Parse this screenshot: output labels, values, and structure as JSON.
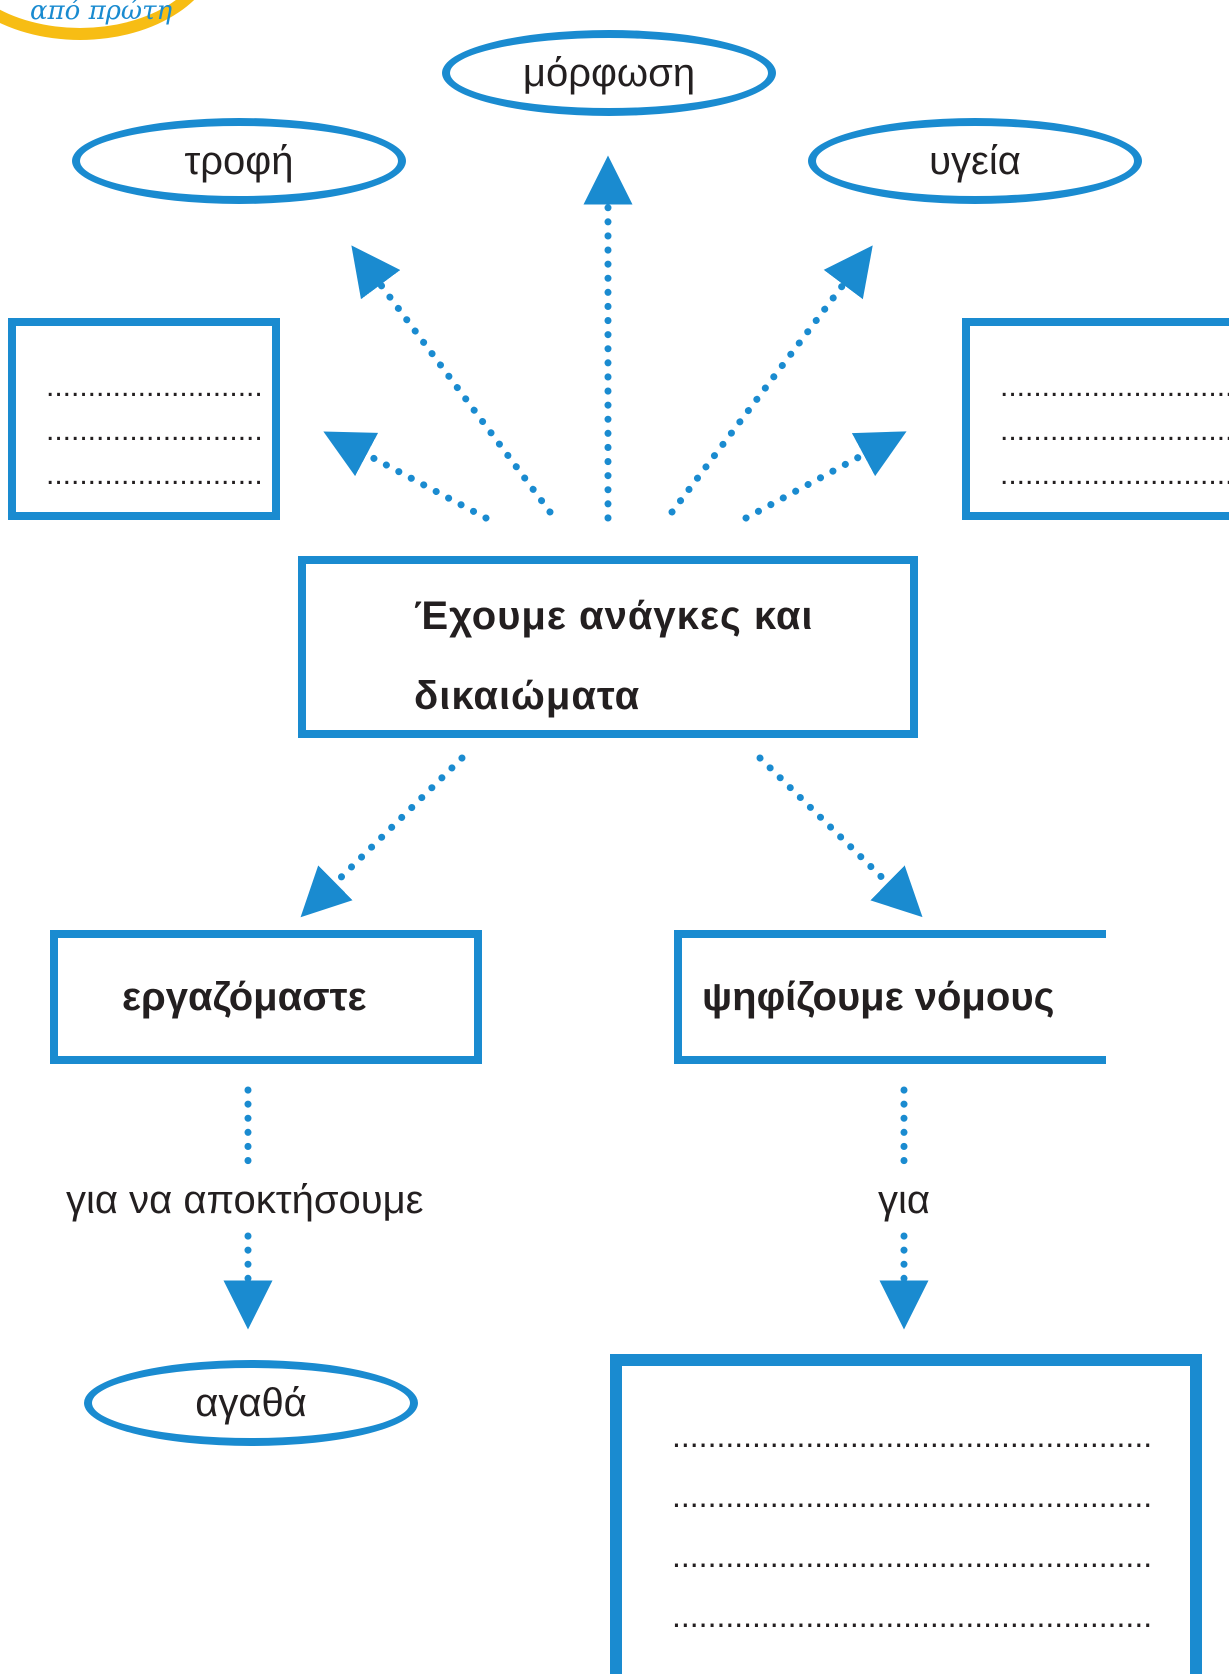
{
  "badge": {
    "text": "από πρώτη"
  },
  "center": {
    "line1": "Έχουμε ανάγκες και",
    "line2": "δικαιώματα"
  },
  "needs": {
    "top": "μόρφωση",
    "left": "τροφή",
    "right": "υγεία"
  },
  "blank_line": "...........................................................................",
  "work": {
    "label": "εργαζόμαστε",
    "connector": "για να αποκτήσουμε",
    "result": "αγαθά"
  },
  "laws": {
    "label": "ψηφίζουμε νόμους",
    "connector": "για"
  },
  "colors": {
    "accent": "#1a8bd0",
    "badge": "#f7bd14",
    "text": "#231f20"
  }
}
